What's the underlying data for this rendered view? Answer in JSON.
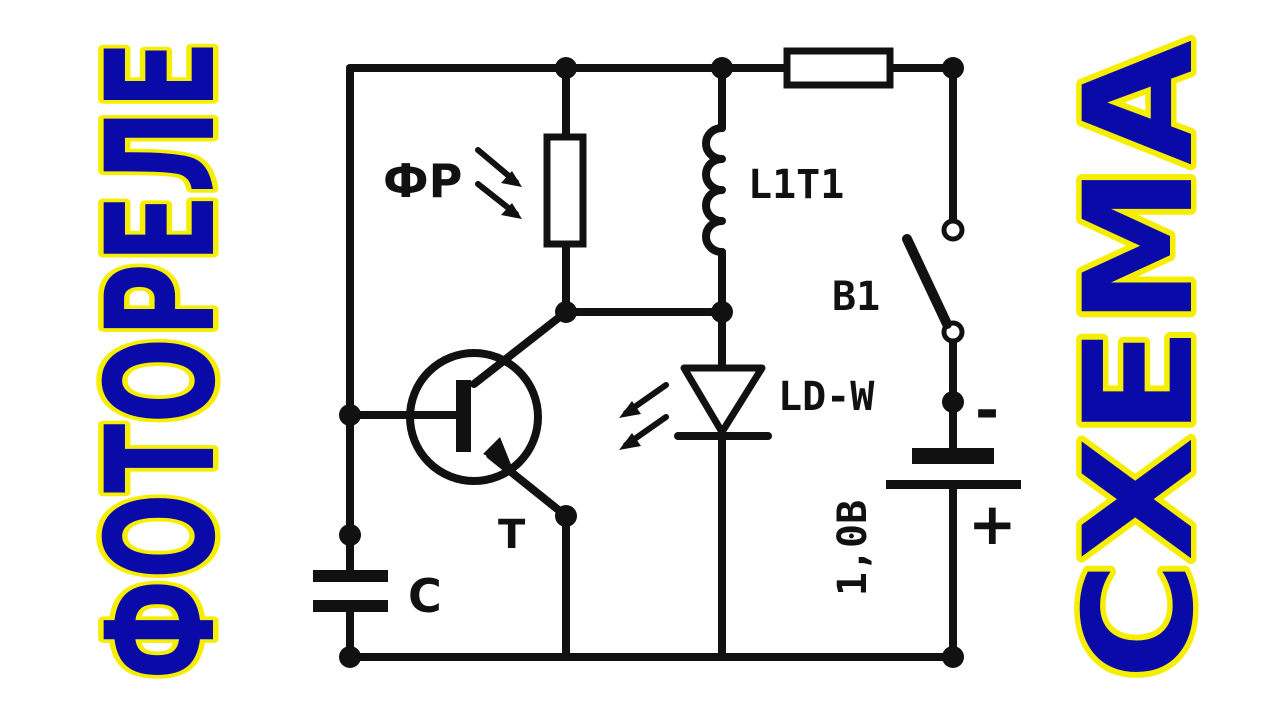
{
  "titles": {
    "left": "ФОТОРЕЛЕ",
    "right": "СХЕМА"
  },
  "labels": {
    "photoresistor": "ФР",
    "coil": "L1T1",
    "switch": "B1",
    "led": "LD-W",
    "transistor": "T",
    "capacitor": "C",
    "battery": "1,0B",
    "minus": "-",
    "plus": "+"
  },
  "colors": {
    "title_fill": "#0a0aa8",
    "title_outline": "#f6ee00",
    "wire": "#111111",
    "background": "#ffffff"
  }
}
